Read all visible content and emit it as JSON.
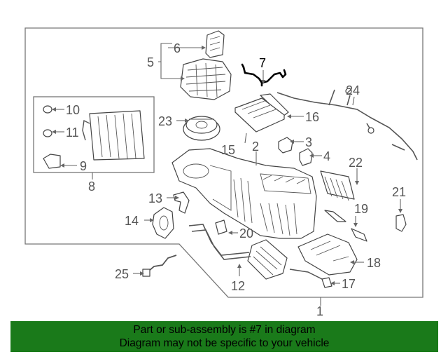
{
  "callouts": {
    "c1": "1",
    "c2": "2",
    "c3": "3",
    "c4": "4",
    "c5": "5",
    "c6": "6",
    "c7": "7",
    "c8": "8",
    "c9": "9",
    "c10": "10",
    "c11": "11",
    "c12": "12",
    "c13": "13",
    "c14": "14",
    "c15": "15",
    "c16": "16",
    "c17": "17",
    "c18": "18",
    "c19": "19",
    "c20": "20",
    "c21": "21",
    "c22": "22",
    "c23": "23",
    "c24": "24",
    "c25": "25"
  },
  "highlighted_part": "7",
  "banner": {
    "line1": "Part or sub-assembly is #7 in diagram",
    "line2": "Diagram may not be specific to your vehicle",
    "background": "#1a7a1a"
  }
}
